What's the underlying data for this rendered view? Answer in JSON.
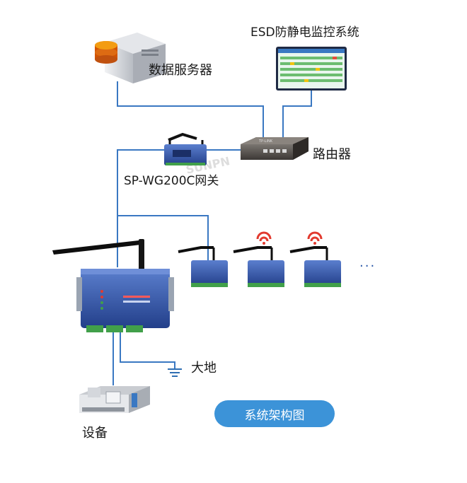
{
  "diagram": {
    "monitor_label": "ESD防静电监控系统",
    "server_label": "数据服务器",
    "router_label": "路由器",
    "router_brand": "TP-LINK",
    "gateway_label": "SP-WG200C网关",
    "ground_label": "大地",
    "device_label": "设备",
    "badge_label": "系统架构图",
    "more_indicator": "···",
    "watermark": "SUNPN"
  },
  "colors": {
    "link_line": "#3a78c2",
    "badge_bg": "#3c93d8",
    "wifi_red": "#e23a2f",
    "device_blue": "#2f4fa3",
    "terminal_green": "#41a04a"
  }
}
